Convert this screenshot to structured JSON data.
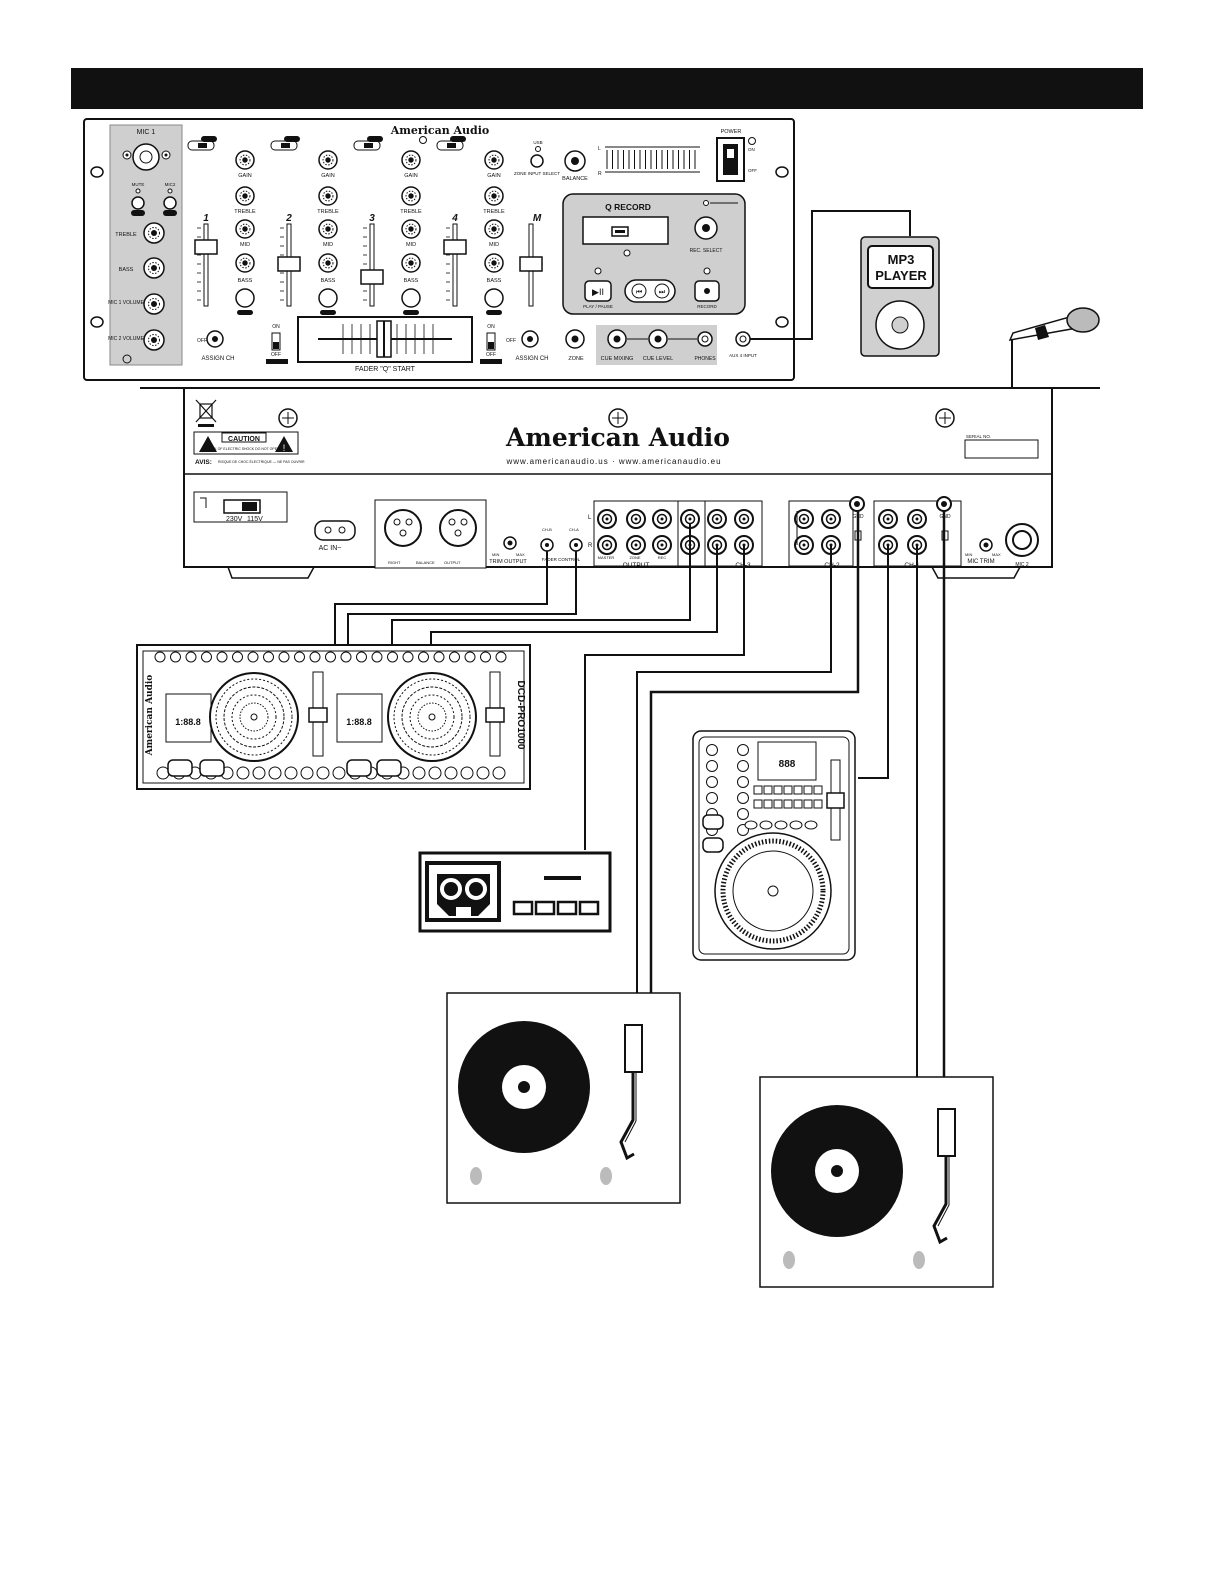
{
  "header_bar": {
    "color": "#111111"
  },
  "mixer_top": {
    "brand": "American Audio",
    "mic1": "MIC 1",
    "mute": "MUTE",
    "mute_btn": "MUTE",
    "mic2_label": "MIC2",
    "mic_eq": [
      "TREBLE",
      "BASS",
      "MIC 1 VOLUME",
      "MIC 2 VOLUME"
    ],
    "usb": "USB",
    "channels": [
      "1",
      "2",
      "3",
      "4",
      "M"
    ],
    "gain": "GAIN",
    "treble": "TREBLE",
    "mid": "MID",
    "bass": "BASS",
    "assign_ch": "ASSIGN CH",
    "off": "OFF",
    "on": "ON",
    "fader_start": "FADER \"Q\" START",
    "zone": "ZONE",
    "cue_mixing": "CUE MIXING",
    "cue_level": "CUE LEVEL",
    "phones": "PHONES",
    "aux4_input": "AUX 4 INPUT",
    "balance": "BALANCE",
    "zone_input_select": "ZONE INPUT SELECT",
    "q_record": "Q RECORD",
    "play_pause": "PLAY / PAUSE",
    "record": "RECORD",
    "rec_select": "REC. SELECT",
    "power": "POWER",
    "on_label": "ON",
    "off_label": "OFF",
    "meter_l": "L",
    "meter_r": "R"
  },
  "mp3_player": {
    "line1": "MP3",
    "line2": "PLAYER"
  },
  "mixer_rear": {
    "brand": "American Audio",
    "website": "www.americanaudio.us · www.americanaudio.eu",
    "caution": "CAUTION",
    "caution_sub": "RISK OF ELECTRIC SHOCK DO NOT OPEN",
    "avis": "AVIS:",
    "avis_text": "RISQUE DE CHOC ÉLECTRIQUE — NE PAS OUVRIR",
    "serial_no": "SERIAL NO.",
    "voltage_230": "230V",
    "voltage_115": "115V",
    "ac_in": "AC IN~",
    "balance_out": "BALANCE",
    "right": "RIGHT",
    "output_xlr": "OUTPUT",
    "trim_output": "TRIM OUTPUT",
    "min": "MIN",
    "max": "MAX",
    "fader_control": "FADER CONTROL",
    "ch_b": "CH-B",
    "ch_a": "CH-A",
    "output": "OUTPUT",
    "master": "MASTER",
    "zone": "ZONE",
    "rec": "REC",
    "ch3": "CH-3",
    "ch2": "CH-2",
    "ch1": "CH-1",
    "gnd": "GND",
    "mic_trim": "MIC TRIM",
    "mic_jack": "MIC 2",
    "l": "L",
    "r": "R"
  },
  "dual_cd": {
    "brand": "American Audio",
    "model": "DCD-PRO1000",
    "display": "1:88.8"
  },
  "single_cd": {
    "display": "888"
  }
}
